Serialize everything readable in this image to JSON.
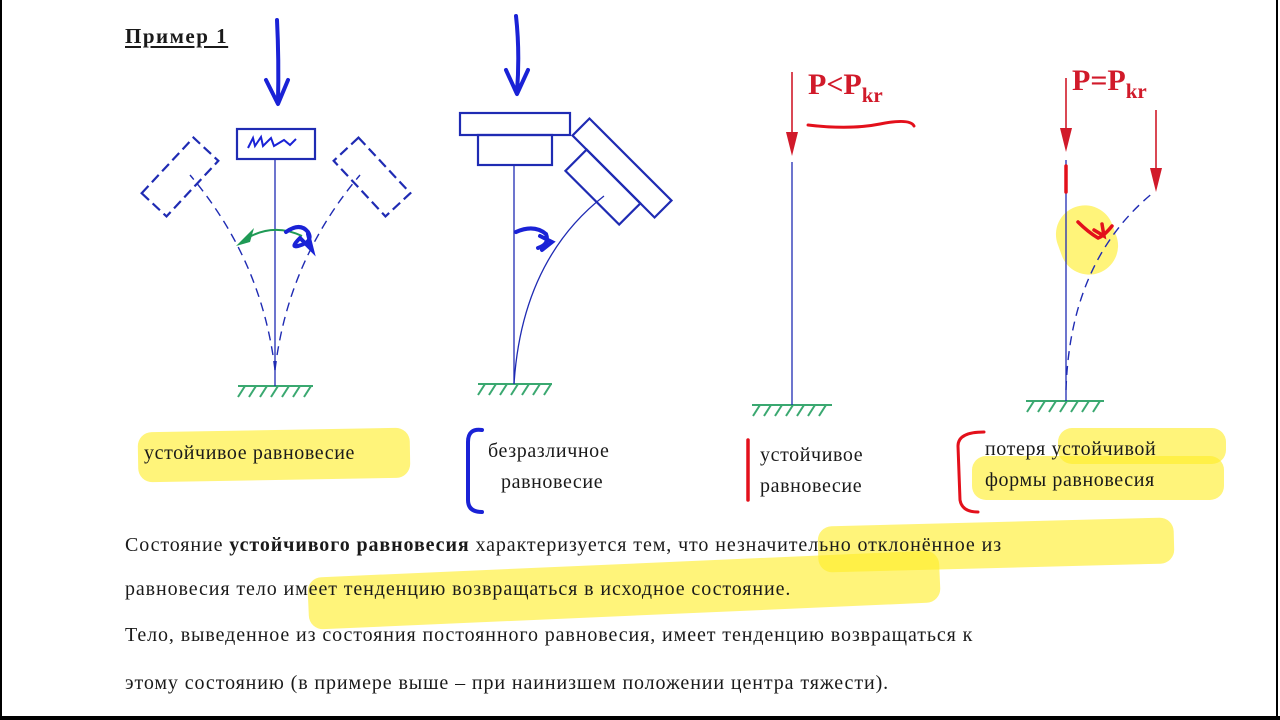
{
  "title": "Пример 1",
  "figures": {
    "fig1": {
      "caption": "устойчивое равновесие",
      "load_icon": "down-arrow-icon"
    },
    "fig2": {
      "caption_line1": "безразличное",
      "caption_line2": "равновесие",
      "load_icon": "down-arrow-icon"
    },
    "fig3": {
      "load_main": "P<P",
      "load_sub": "kr",
      "caption_line1": "устойчивое",
      "caption_line2": "равновесие"
    },
    "fig4": {
      "load_main": "P=P",
      "load_sub": "kr",
      "caption_line1": "потеря устойчивой",
      "caption_line2": "формы равновесия"
    }
  },
  "paragraph1": {
    "line1_a": "Состояние ",
    "line1_bold": "устойчивого равновесия",
    "line1_b": " характеризуется тем, что незначительно отклонённое из",
    "line2": "равновесия тело имеет тенденцию возвращаться в исходное состояние."
  },
  "paragraph2": {
    "line1": "Тело, выведенное из состояния постоянного равновесия, имеет тенденцию возвращаться к",
    "line2": "этому состоянию (в примере выше – при наинизшем положении центра тяжести)."
  },
  "colors": {
    "diagram": "#1f2bb3",
    "ground": "#3aa870",
    "annotation_blue": "#1a22d6",
    "annotation_red": "#e3101b",
    "annotation_green": "#1f9a55",
    "highlight": "#fff000"
  }
}
